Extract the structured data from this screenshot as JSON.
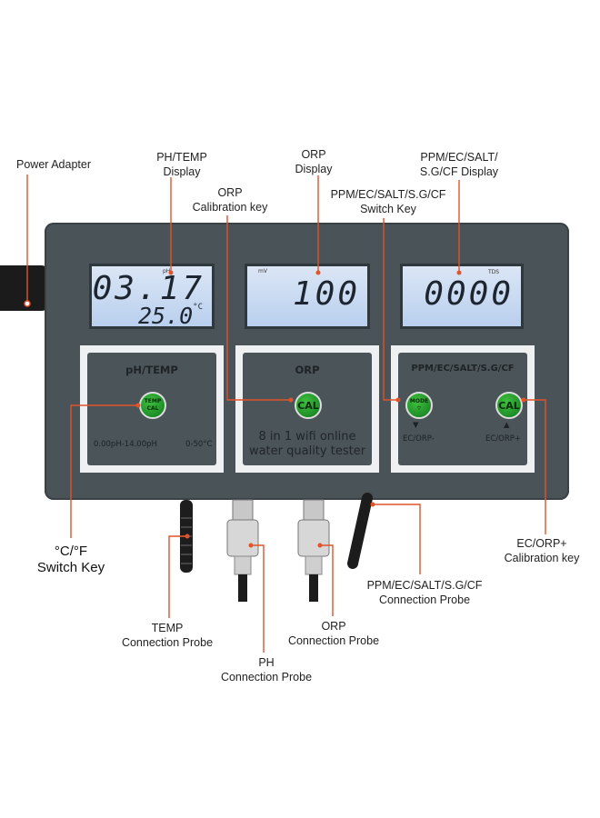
{
  "callouts": {
    "power_adapter": "Power Adapter",
    "ph_temp_display": [
      "PH/TEMP",
      "Display"
    ],
    "orp_display": [
      "ORP",
      "Display"
    ],
    "ppm_display": [
      "PPM/EC/SALT/",
      "S.G/CF Display"
    ],
    "orp_cal_key": [
      "ORP",
      "Calibration key"
    ],
    "ppm_switch_key": [
      "PPM/EC/SALT/S.G/CF",
      "Switch Key"
    ],
    "cf_switch_key": [
      "°C/°F",
      "Switch Key"
    ],
    "ec_orp_cal_key": [
      "EC/ORP+",
      "Calibration key"
    ],
    "ppm_probe": [
      "PPM/EC/SALT/S.G/CF",
      "Connection Probe"
    ],
    "temp_probe": [
      "TEMP",
      "Connection Probe"
    ],
    "orp_probe": [
      "ORP",
      "Connection Probe"
    ],
    "ph_probe": [
      "PH",
      "Connection Probe"
    ]
  },
  "displays": {
    "ph_value": "03.17",
    "temp_value": "25.0",
    "temp_unit": "°C",
    "orp_value": "100",
    "ppm_value": "0000",
    "ppm_tag": "TDS"
  },
  "panels": {
    "ph_title": "pH/TEMP",
    "ph_btn_top": "TEMP",
    "ph_btn_bottom": "CAL",
    "ph_range": "0.00pH-14.00pH",
    "temp_range": "0-50°C",
    "orp_title": "ORP",
    "orp_btn": "CAL",
    "tester_line1": "8 in 1 wifi online",
    "tester_line2": "water quality tester",
    "ppm_title": "PPM/EC/SALT/S.G/CF",
    "mode_btn": "MODE",
    "ppm_cal_btn": "CAL",
    "ec_minus": "EC/ORP-",
    "ec_plus": "EC/ORP+"
  },
  "colors": {
    "leader_line": "#e2532a",
    "device_body": "#4a5358",
    "button_green": "#1a9a2a",
    "lcd_backlight": "#c8d9f2"
  }
}
